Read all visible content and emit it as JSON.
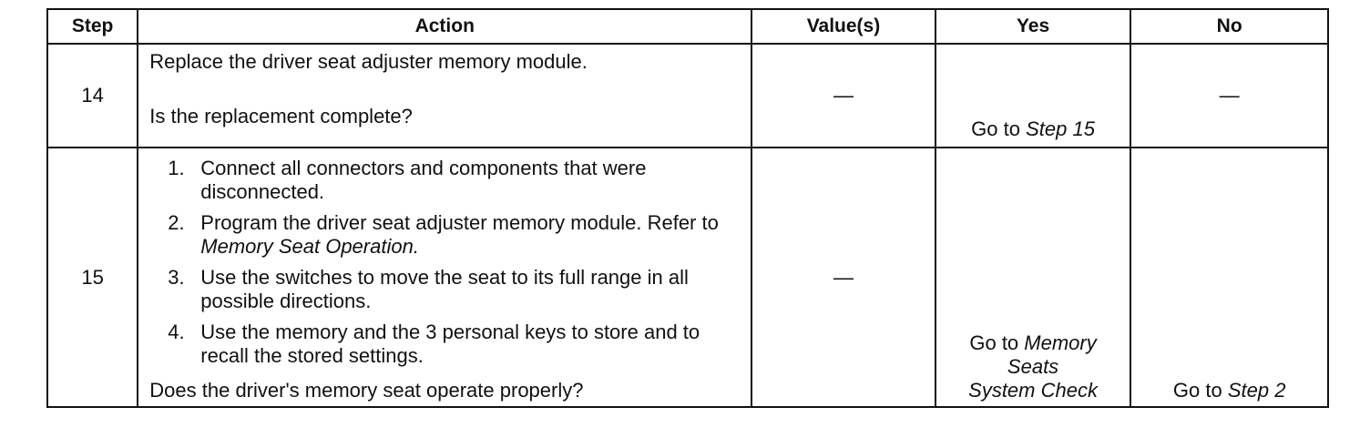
{
  "headers": {
    "step": "Step",
    "action": "Action",
    "values": "Value(s)",
    "yes": "Yes",
    "no": "No"
  },
  "rows": [
    {
      "step": "14",
      "action_line1": "Replace the driver seat adjuster memory module.",
      "action_question": "Is the replacement complete?",
      "values": "—",
      "yes_prefix": "Go to ",
      "yes_link": "Step 15",
      "no": "—"
    },
    {
      "step": "15",
      "items": [
        {
          "num": "1.",
          "text": "Connect all connectors and components that were disconnected."
        },
        {
          "num": "2.",
          "text": "Program the driver seat adjuster memory module. Refer to ",
          "link": "Memory Seat Operation."
        },
        {
          "num": "3.",
          "text": "Use the switches to move the seat to its full range in all possible directions."
        },
        {
          "num": "4.",
          "text": "Use the memory and the 3 personal keys to store and to recall the stored settings."
        }
      ],
      "action_question": "Does the driver's memory seat operate properly?",
      "values": "—",
      "yes_prefix": "Go to ",
      "yes_link_line1": "Memory",
      "yes_link_line2": "Seats",
      "yes_link_line3": "System Check",
      "no_prefix": "Go to ",
      "no_link": "Step 2"
    }
  ]
}
